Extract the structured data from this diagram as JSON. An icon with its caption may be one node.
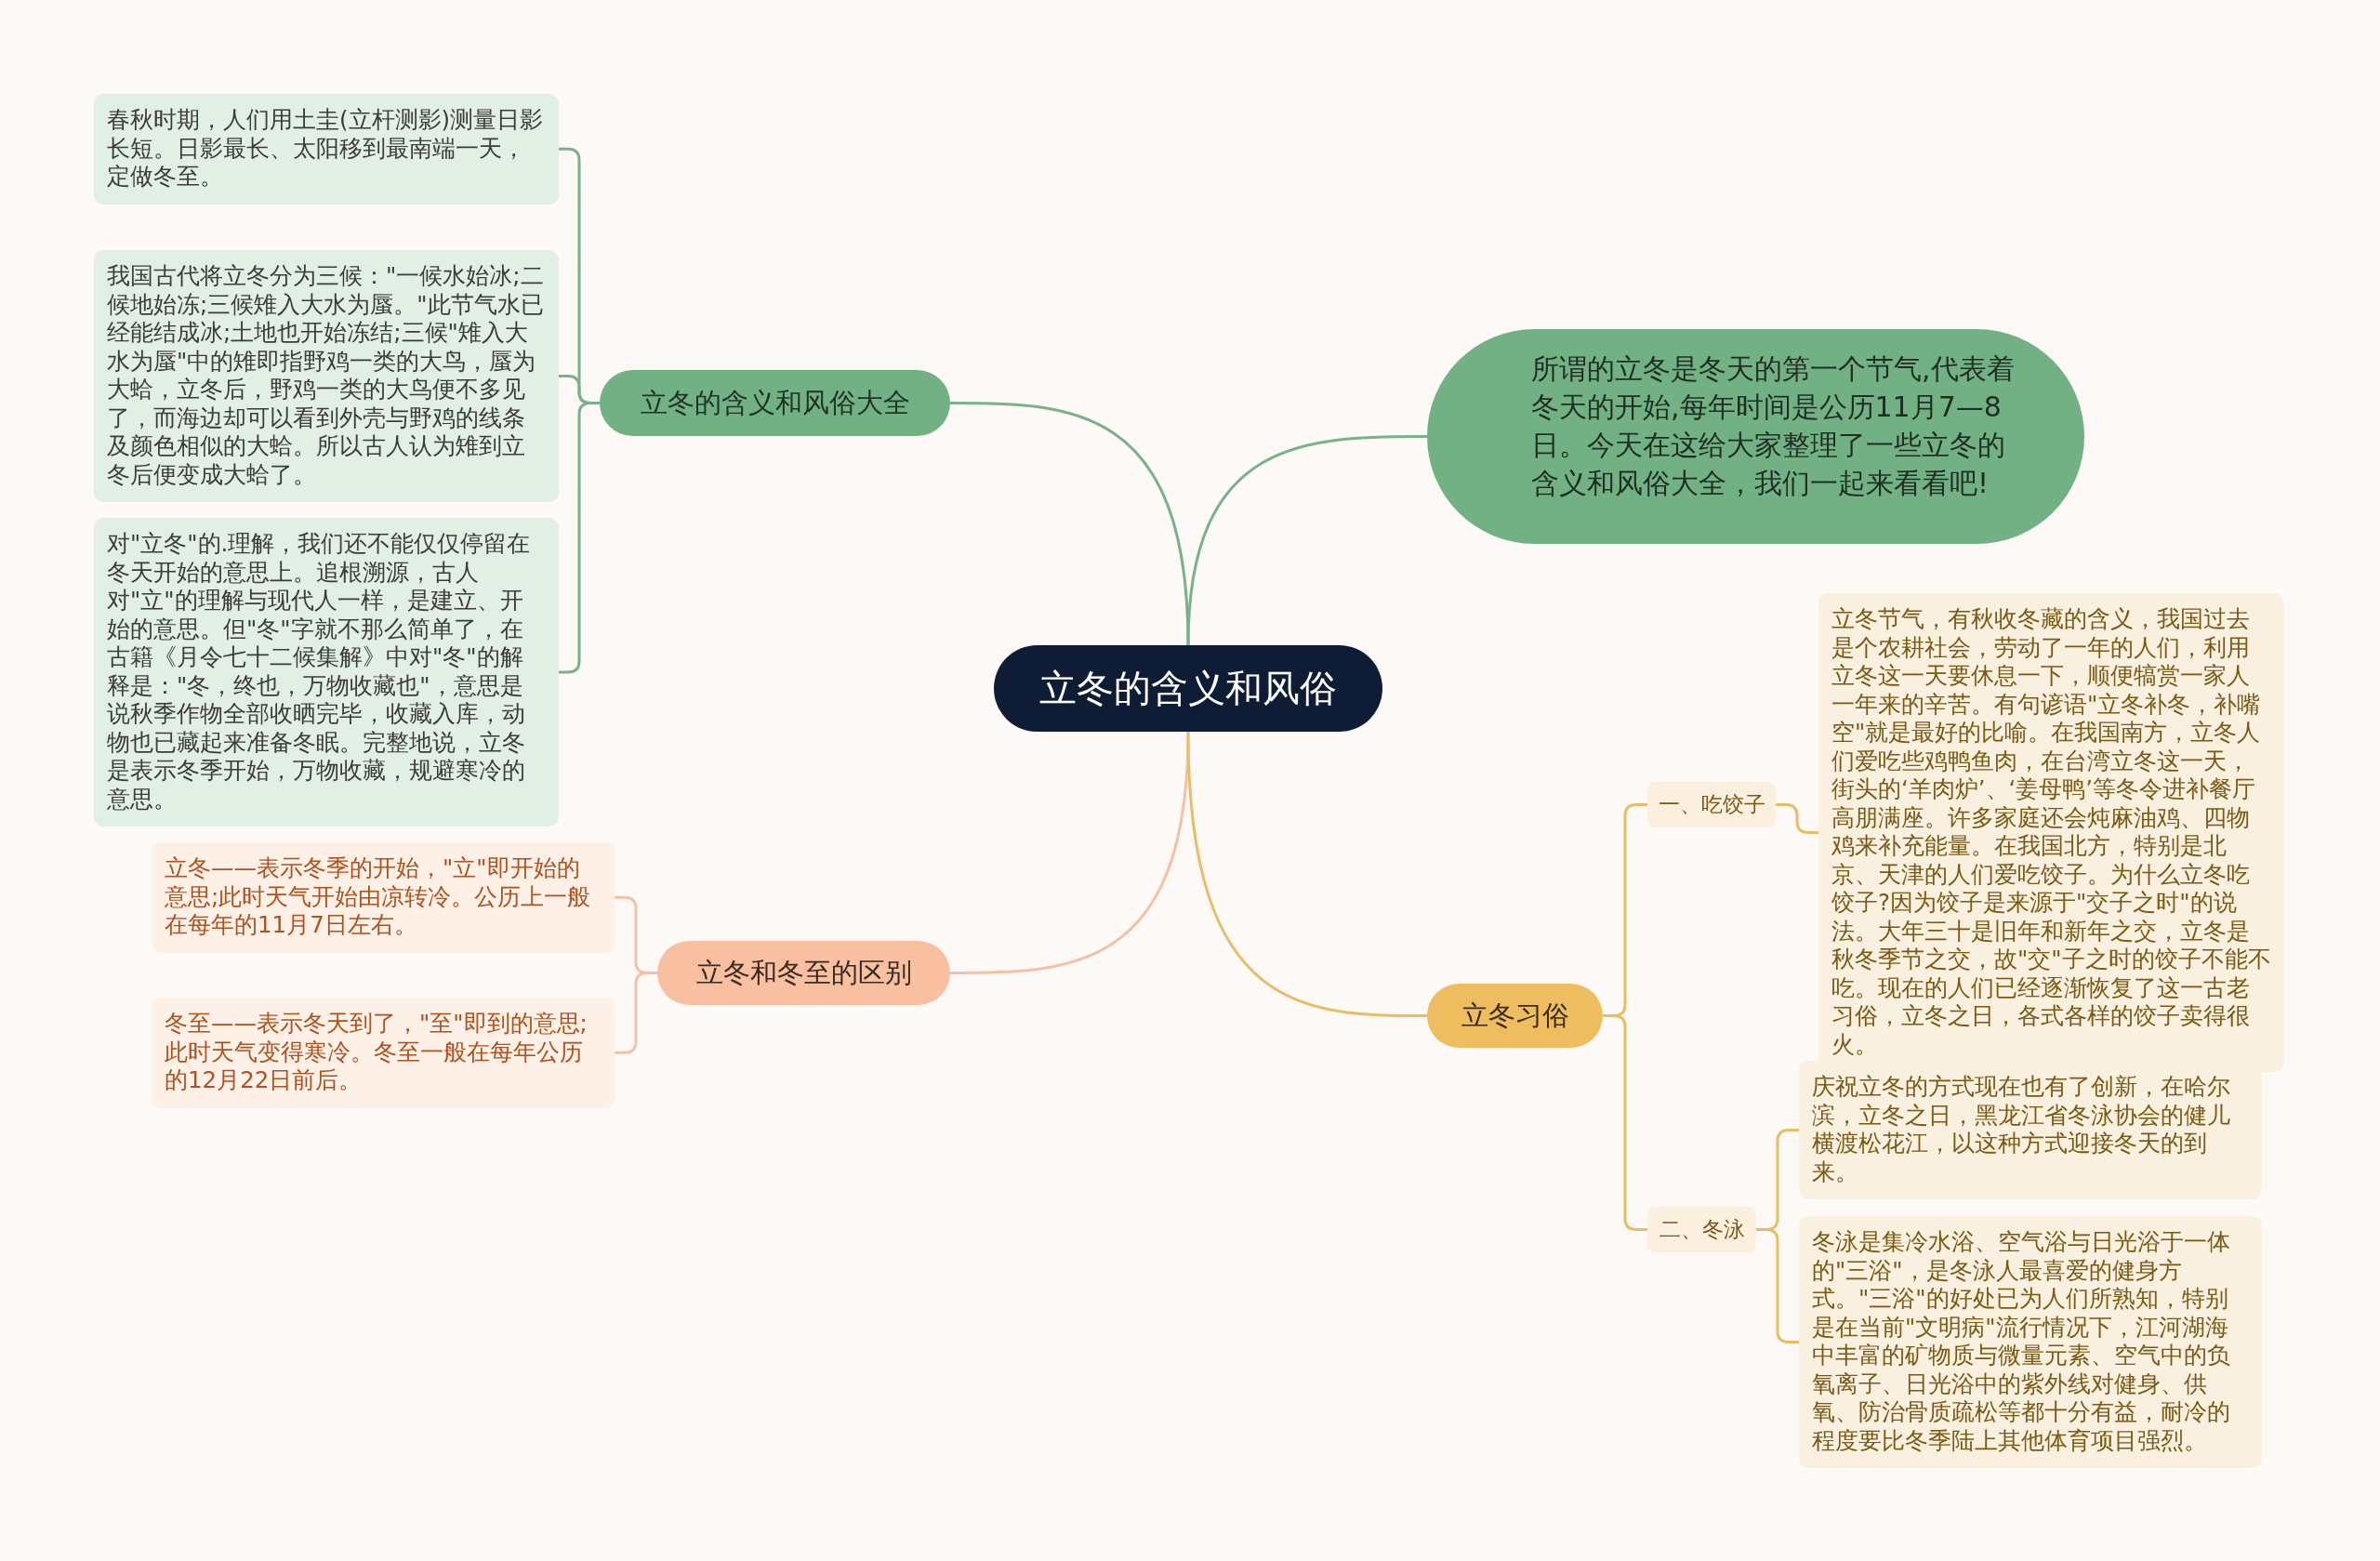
{
  "diagram": {
    "nodes": [
      {
        "text": [
          "立冬的含义和风俗"
        ]
      },
      {
        "text": [
          "所谓的立冬是冬天的第一个节气,代表着冬天的开始,每年时间是公历11月7—8日。今天在这给大家整理了一些立冬的含义和风俗大全，我们一起来看看吧!"
        ]
      },
      {
        "text": [
          "立冬的含义和风俗大全"
        ]
      },
      {
        "text": [
          "春秋时期，人们用土圭(立杆测影)测量日影长短。日影最长、太阳移到最南端一天，定做冬至。"
        ]
      },
      {
        "text": [
          "我国古代将立冬分为三候：\"一候水始冰;二候地始冻;三候雉入大水为蜃。\"此节气水已经能结成冰;土地也开始冻结;三候\"雉入大水为蜃\"中的雉即指野鸡一类的大鸟，蜃为大蛤，立冬后，野鸡一类的大鸟便不多见了，而海边却可以看到外壳与野鸡的线条及颜色相似的大蛤。所以古人认为雉到立冬后便变成大蛤了。"
        ]
      },
      {
        "text": [
          "对\"立冬\"的.理解，我们还不能仅仅停留在冬天开始的意思上。追根溯源，古人对\"立\"的理解与现代人一样，是建立、开始的意思。但\"冬\"字就不那么简单了，在古籍《月令七十二候集解》中对\"冬\"的解释是：\"冬，终也，万物收藏也\"，意思是说秋季作物全部收晒完毕，收藏入库，动物也已藏起来准备冬眠。完整地说，立冬是表示冬季开始，万物收藏，规避寒冷的意思。"
        ]
      },
      {
        "text": [
          "立冬和冬至的区别"
        ]
      },
      {
        "text": [
          "立冬——表示冬季的开始，\"立\"即开始的意思;此时天气开始由凉转冷。公历上一般在每年的11月7日左右。"
        ]
      },
      {
        "text": [
          "冬至——表示冬天到了，\"至\"即到的意思;此时天气变得寒冷。冬至一般在每年公历的12月22日前后。"
        ]
      },
      {
        "text": [
          "立冬习俗"
        ]
      },
      {
        "text": [
          "一、吃饺子"
        ]
      },
      {
        "text": [
          "立冬节气，有秋收冬藏的含义，我国过去是个农耕社会，劳动了一年的人们，利用立冬这一天要休息一下，顺便犒赏一家人一年来的辛苦。有句谚语\"立冬补冬，补嘴空\"就是最好的比喻。在我国南方，立冬人们爱吃些鸡鸭鱼肉，在台湾立冬这一天，街头的‘羊肉炉’、‘姜母鸭’等冬令进补餐厅高朋满座。许多家庭还会炖麻油鸡、四物鸡来补充能量。在我国北方，特别是北京、天津的人们爱吃饺子。为什么立冬吃饺子?因为饺子是来源于\"交子之时\"的说法。大年三十是旧年和新年之交，立冬是秋冬季节之交，故\"交\"子之时的饺子不能不吃。现在的人们已经逐渐恢复了这一古老习俗，立冬之日，各式各样的饺子卖得很火。"
        ]
      },
      {
        "text": [
          "二、冬泳"
        ]
      },
      {
        "text": [
          "庆祝立冬的方式现在也有了创新，在哈尔滨，立冬之日，黑龙江省冬泳协会的健儿横渡松花江，以这种方式迎接冬天的到来。"
        ]
      },
      {
        "text": [
          "冬泳是集冷水浴、空气浴与日光浴于一体的\"三浴\"，是冬泳人最喜爱的健身方式。\"三浴\"的好处已为人们所熟知，特别是在当前\"文明病\"流行情况下，江河湖海中丰富的矿物质与微量元素、空气中的负氧离子、日光浴中的紫外线对健身、供氧、防治骨质疏松等都十分有益，耐冷的程度要比冬季陆上其他体育项目强烈。"
        ]
      }
    ],
    "edges": [
      {
        "from": 0,
        "to": 1,
        "arrow": "none",
        "color": "#79b18a"
      },
      {
        "from": 0,
        "to": 2,
        "arrow": "none",
        "color": "#79b18a"
      },
      {
        "from": 2,
        "to": 3,
        "arrow": "none",
        "color": "#79b18a"
      },
      {
        "from": 2,
        "to": 4,
        "arrow": "none",
        "color": "#79b18a"
      },
      {
        "from": 2,
        "to": 5,
        "arrow": "none",
        "color": "#79b18a"
      },
      {
        "from": 0,
        "to": 6,
        "arrow": "none",
        "color": "#f4c1a3"
      },
      {
        "from": 6,
        "to": 7,
        "arrow": "none",
        "color": "#f4c1a3"
      },
      {
        "from": 6,
        "to": 8,
        "arrow": "none",
        "color": "#f4c1a3"
      },
      {
        "from": 0,
        "to": 9,
        "arrow": "none"
      },
      {
        "from": 9,
        "to": 10,
        "arrow": "none"
      },
      {
        "from": 10,
        "to": 11,
        "arrow": "none"
      },
      {
        "from": 9,
        "to": 12,
        "arrow": "none"
      },
      {
        "from": 12,
        "to": 13,
        "arrow": "none"
      },
      {
        "from": 12,
        "to": 14,
        "arrow": "none"
      }
    ]
  }
}
